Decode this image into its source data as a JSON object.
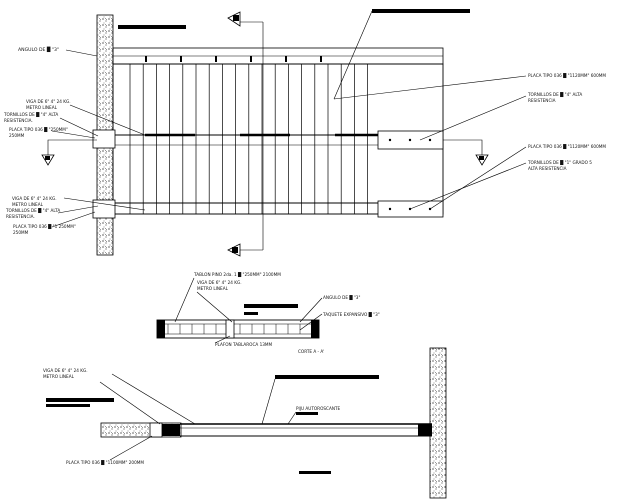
{
  "plan": {
    "angulo_top": "ANGULO DE █ \"3\"",
    "viga_left": [
      "VIGA DE 6\" 4\" 24 KG.",
      "METRO LINEAL"
    ],
    "tornillos_left_1": [
      "TORNILLOS DE █ \"4\" ALTA",
      "RESISTENCIA."
    ],
    "placa_left_1": [
      "PLACA TIPO 036 █ \"250MM\"",
      "250MM"
    ],
    "viga_left_2": [
      "VIGA DE 6\" 4\" 24 KG.",
      "METRO LINEAL"
    ],
    "tornillos_left_2": [
      "TORNILLOS DE █ \"4\" ALTA",
      "RESISTENCIA."
    ],
    "placa_left_2": [
      "PLACA TIPO 036 █ \"1 250MM\"",
      "250MM"
    ],
    "placa_right_1": "PLACA TIPO 036 █ \"1120MM\" 600MM",
    "tornillos_right_1": [
      "TORNILLOS DE █ \"4\" ALTA",
      "RESISTENCIA"
    ],
    "placa_right_2": "PLACA TIPO 036 █ \"1120MM\" 600MM",
    "tornillos_right_2": [
      "TORNILLOS DE █ \"1\" GRADO 5",
      "ALTA RESISTENCIA"
    ]
  },
  "section": {
    "tablon": "TABLON PINO 2da. 1 █ \"250MM\" 2100MM",
    "viga": [
      "VIGA DE 6\" 4\" 24 KG.",
      "METRO LINEAL"
    ],
    "angulo": "ANGULO DE █ \"3\"",
    "taquete": "TAQUETE EXPANSIVO █ \"3\"",
    "plafon": "PLAFON TABLAROCA 13MM",
    "corte": "CORTE A - A'"
  },
  "elevation": {
    "viga": [
      "VIGA DE 6\" 4\" 24 KG.",
      "METRO LINEAL"
    ],
    "piju": "PIJU AUTOROSCANTE",
    "placa": "PLACA TIPO 036 █ \"1100MM\" 200MM"
  }
}
